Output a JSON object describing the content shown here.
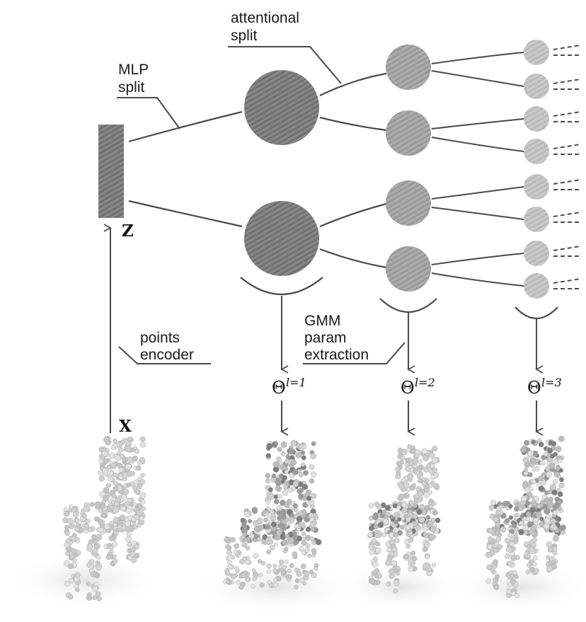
{
  "labels": {
    "attentional_split_1": "attentional",
    "attentional_split_2": "split",
    "mlp_split_1": "MLP",
    "mlp_split_2": "split",
    "points_encoder_1": "points",
    "points_encoder_2": "encoder",
    "gmm_1": "GMM",
    "gmm_2": "param",
    "gmm_3": "extraction"
  },
  "symbols": {
    "z": "Z",
    "x": "X",
    "theta": "Θ",
    "theta1_sup": "l=1",
    "theta2_sup": "l=2",
    "theta3_sup": "l=3"
  },
  "colors": {
    "line": "#4a4a4a",
    "node_dark": "#7a7a7a",
    "node_mid": "#a6a6a6",
    "node_light": "#c4c4c4",
    "points": "#d6d6d6"
  }
}
